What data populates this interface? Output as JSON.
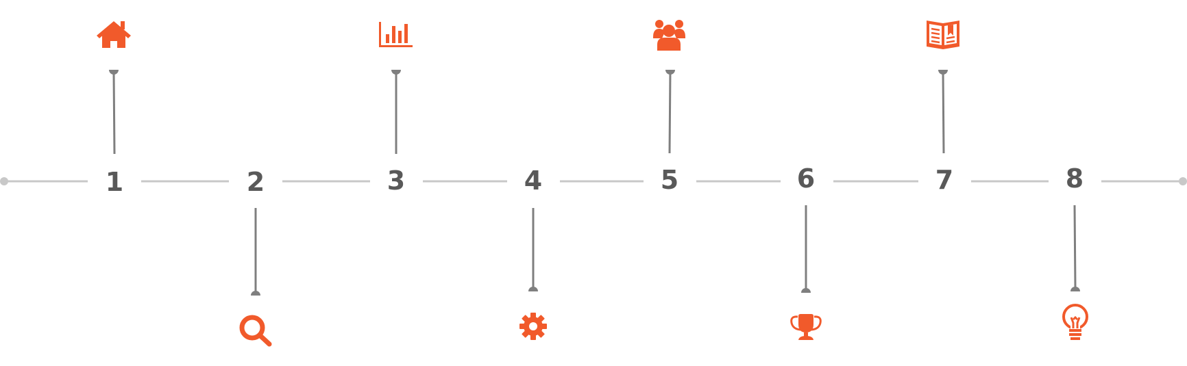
{
  "colors": {
    "accent": "#F15A2B",
    "connector": "#7F7F7F",
    "timeline": "#C8C8C8",
    "number": "#595959"
  },
  "steps": [
    {
      "number": "1",
      "icon": "home-icon",
      "position": "top"
    },
    {
      "number": "2",
      "icon": "search-icon",
      "position": "bottom"
    },
    {
      "number": "3",
      "icon": "bar-chart-icon",
      "position": "top"
    },
    {
      "number": "4",
      "icon": "gear-icon",
      "position": "bottom"
    },
    {
      "number": "5",
      "icon": "group-icon",
      "position": "top"
    },
    {
      "number": "6",
      "icon": "trophy-icon",
      "position": "bottom"
    },
    {
      "number": "7",
      "icon": "book-icon",
      "position": "top"
    },
    {
      "number": "8",
      "icon": "lightbulb-icon",
      "position": "bottom"
    }
  ]
}
